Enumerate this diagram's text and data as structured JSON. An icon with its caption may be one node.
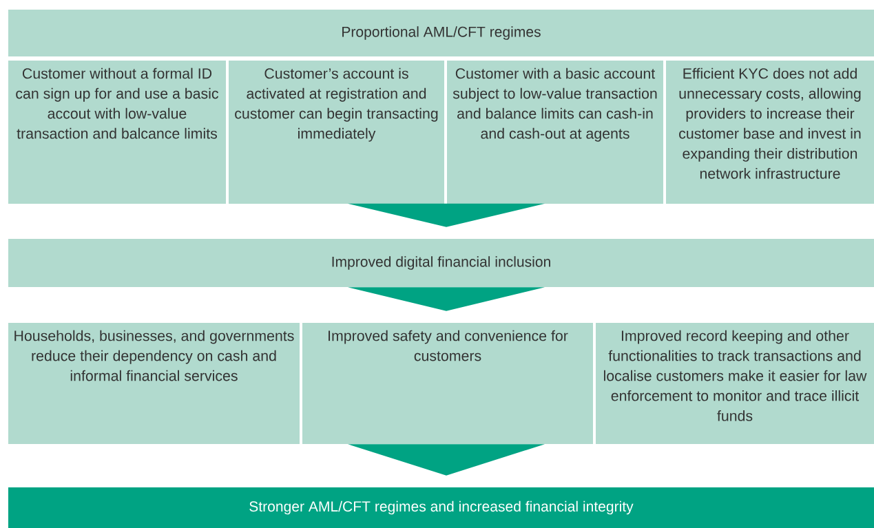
{
  "diagram": {
    "nodes": [
      {
        "text": [
          "Proportional AML/CFT regimes"
        ]
      },
      {
        "text": [
          "Customer without a formal ID can sign up for and use a basic accout with low-value transaction and balcance limits"
        ]
      },
      {
        "text": [
          "Customer’s account is activated at registration and customer can begin transacting immediately"
        ]
      },
      {
        "text": [
          "Customer with a basic account subject to low-value transaction and balance limits can cash-in and cash-out at agents"
        ]
      },
      {
        "text": [
          "Efficient KYC does not add unnecessary costs, allowing providers to increase their customer base and invest in expanding their distribution network infrastructure"
        ]
      },
      {
        "text": [
          "Improved digital financial inclusion"
        ]
      },
      {
        "text": [
          "Households, businesses, and governments reduce their dependency on cash and informal financial services"
        ]
      },
      {
        "text": [
          "Improved safety and convenience for customers"
        ]
      },
      {
        "text": [
          "Improved record keeping and other functionalities to track transactions and localise customers make it easier for law enforcement to monitor and trace illicit funds"
        ]
      },
      {
        "text": [
          "Stronger AML/CFT regimes and increased financial integrity"
        ]
      }
    ],
    "edges": [
      {
        "from": null,
        "to": 5,
        "arrow": "to"
      },
      {
        "from": 5,
        "to": 7,
        "arrow": "to"
      },
      {
        "from": 7,
        "to": 9,
        "arrow": "to"
      }
    ]
  }
}
